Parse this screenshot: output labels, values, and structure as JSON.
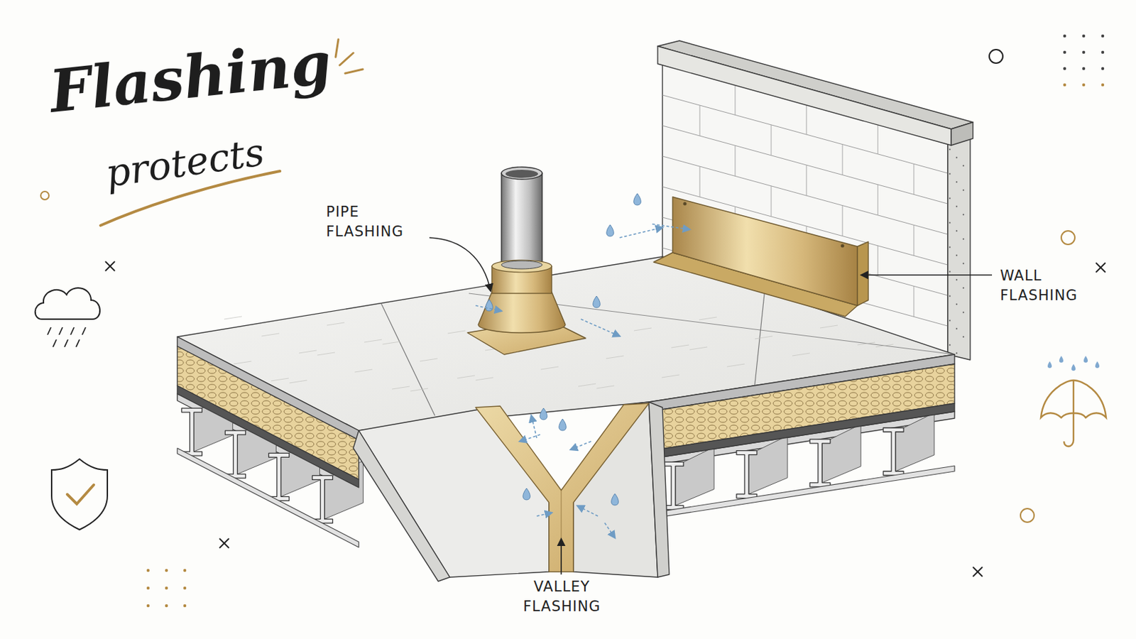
{
  "diagram": {
    "title": "Flashing",
    "labels": [
      "protects",
      "PIPE FLASHING",
      "WALL FLASHING",
      "VALLEY FLASHING"
    ]
  }
}
